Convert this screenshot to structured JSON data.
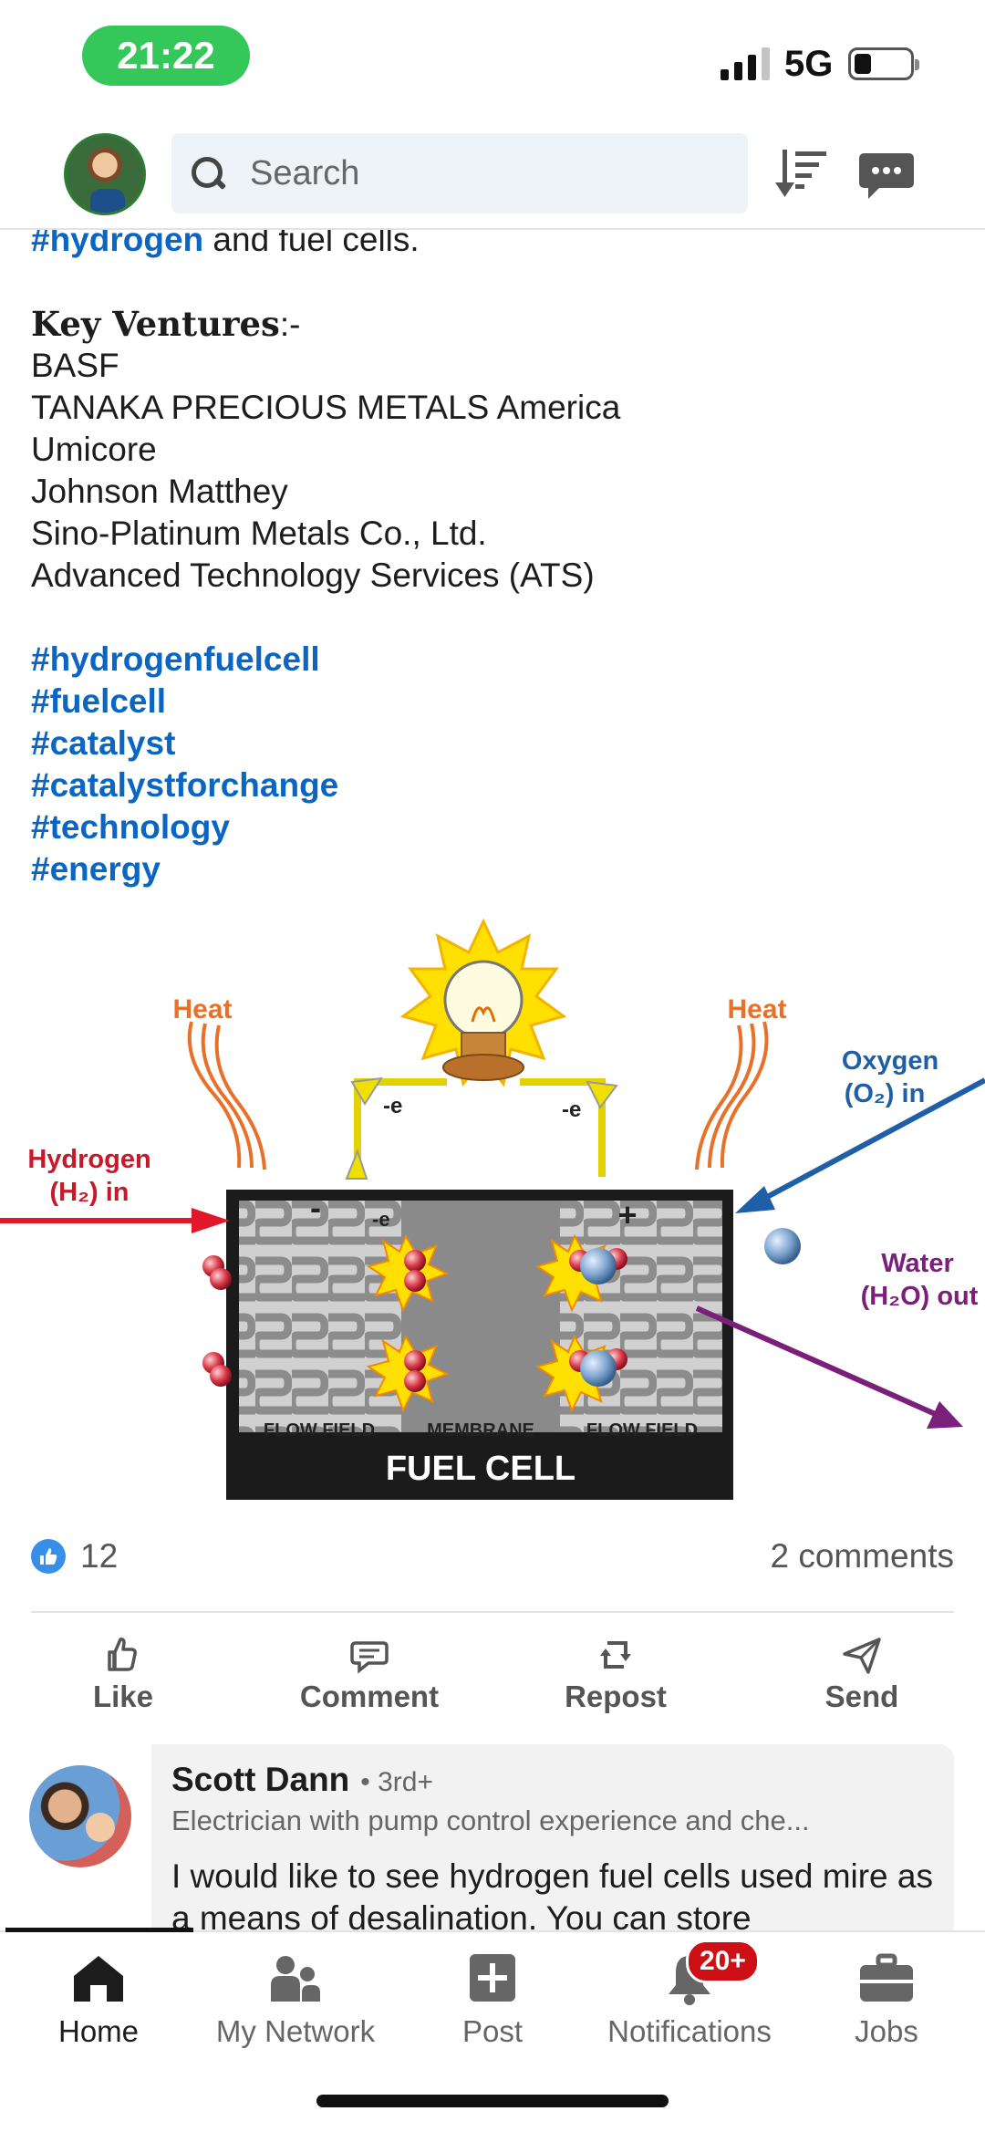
{
  "status_bar": {
    "time": "21:22",
    "network": "5G"
  },
  "header": {
    "search_placeholder": "Search"
  },
  "post": {
    "text_top": {
      "hashtag": "#hydrogen",
      "rest": " and fuel cells."
    },
    "key_ventures_label": "Key Ventures",
    "key_ventures_suffix": ":-",
    "ventures": [
      "BASF",
      "TANAKA PRECIOUS METALS America",
      "Umicore",
      "Johnson Matthey",
      "Sino-Platinum Metals Co., Ltd.",
      "Advanced Technology Services (ATS)"
    ],
    "hashtags": [
      "#hydrogenfuelcell",
      "#fuelcell",
      "#catalyst",
      "#catalystforchange",
      "#technology",
      "#energy"
    ]
  },
  "diagram": {
    "heat_left": "Heat",
    "heat_right": "Heat",
    "hydrogen_in_1": "Hydrogen",
    "hydrogen_in_2": "(H₂) in",
    "oxygen_in_1": "Oxygen",
    "oxygen_in_2": "(O₂) in",
    "water_out_1": "Water",
    "water_out_2": "(H₂O) out",
    "electron_1": "-e",
    "electron_2": "-e",
    "electron_3": "-e",
    "minus": "-",
    "plus": "+",
    "flow_field_left": "FLOW FIELD",
    "membrane": "MEMBRANE",
    "flow_field_right": "FLOW FIELD",
    "title": "FUEL CELL"
  },
  "engagement": {
    "reaction_count": "12",
    "comment_count": "2 comments"
  },
  "actions": [
    {
      "label": "Like"
    },
    {
      "label": "Comment"
    },
    {
      "label": "Repost"
    },
    {
      "label": "Send"
    }
  ],
  "comment": {
    "name": "Scott Dann",
    "degree": "• 3rd+",
    "headline": "Electrician with pump control experience and che...",
    "text": "I would like to see hydrogen fuel cells used mire as a means of desalination. You can store"
  },
  "bottom_nav": [
    {
      "label": "Home",
      "active": true
    },
    {
      "label": "My Network"
    },
    {
      "label": "Post"
    },
    {
      "label": "Notifications",
      "badge": "20+"
    },
    {
      "label": "Jobs"
    }
  ],
  "colors": {
    "accent": "#0a66c2",
    "time_pill": "#35c759",
    "badge": "#cc1016"
  }
}
